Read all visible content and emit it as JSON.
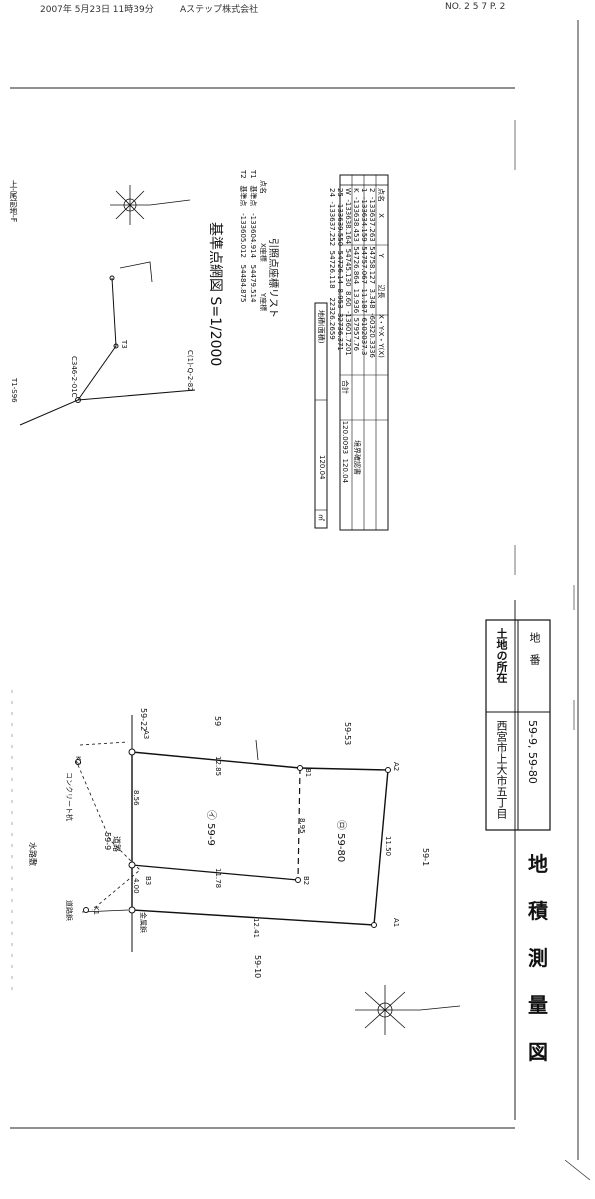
{
  "fax_header": {
    "datetime": "2007年 5月23日 11時39分",
    "sender": "Aステップ株式会社",
    "page": "NO. 2 5 7   P. 2"
  },
  "document": {
    "title_chars": [
      "地",
      "積",
      "測",
      "量",
      "図"
    ],
    "lot_number_label": "地　番",
    "lot_number_value": "59-9, 59-80",
    "location_label": "土地の所在",
    "location_value": "西宮市上大市五丁目"
  },
  "coordinate_table": {
    "headers": [
      "点名",
      "X",
      "Y",
      "辺長",
      "X・Y-X・Y(X)"
    ],
    "rows": [
      [
        "2",
        "-133637.263",
        "54758.127",
        "3.348",
        "-60320.3336"
      ],
      [
        "1",
        "-133634.159",
        "54757.067",
        "11.187",
        "6102037.3"
      ],
      [
        "K",
        "-133638.453",
        "54726.864",
        "13.936",
        "57957.76"
      ],
      [
        "W",
        "-133638.164",
        "54745.130",
        "8.60",
        "-13601.7201"
      ],
      [
        "25",
        "-133639.550",
        "54726.14",
        "8.953",
        "32736.371"
      ],
      [
        "24",
        "-133637.252",
        "54726.118",
        "",
        "22326.2659"
      ]
    ],
    "totals": [
      "合計",
      "120.0093",
      "120.04"
    ],
    "area_label": "地積(面積)",
    "area_value": "120.04",
    "unit": "㎡",
    "boundary_label": "境界確認書"
  },
  "ref_point_list": {
    "title": "引照点座標リスト",
    "cols": [
      "点名",
      "X座標",
      "Y座標"
    ],
    "rows": [
      [
        "T1",
        "基準点",
        "-133604.914",
        "54479.514"
      ],
      [
        "T2",
        "基準点",
        "-133605.012",
        "54484.875"
      ]
    ]
  },
  "ref_point_map": {
    "title": "基準点網図 S=1/2000",
    "labels": [
      "T1-S96",
      "T3",
      "C346-2-01C",
      "C(1)-Q-2-82"
    ]
  },
  "survey_map": {
    "parcels": [
      "59-9",
      "59-80",
      "59",
      "59-53",
      "59-1",
      "59-10",
      "59-22"
    ],
    "parcel_marks": [
      "㋑ 59-9",
      "㋺ 59-80"
    ],
    "distances": [
      "12.85",
      "8.95",
      "11.78",
      "8.56",
      "4.00",
      "12.41",
      "11.50"
    ],
    "point_labels": [
      "B1",
      "B2",
      "B3",
      "A1",
      "A2",
      "A3",
      "K1",
      "K2"
    ],
    "markers": [
      "金属鋲",
      "コンクリート杭",
      "道路鋲"
    ],
    "street_label": "水路敷",
    "road_label": "道路"
  },
  "colors": {
    "ink": "#111111",
    "paper": "#ffffff"
  }
}
